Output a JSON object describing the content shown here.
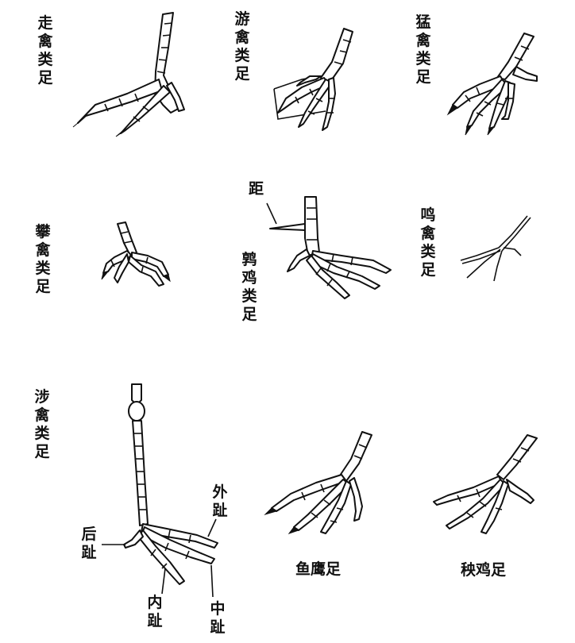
{
  "labels": {
    "walking": "走禽类足",
    "swimming": "游禽类足",
    "raptor": "猛禽类足",
    "climbing": "攀禽类足",
    "spur": "距",
    "pheasant": "鹑鸡类足",
    "songbird": "鸣禽类足",
    "wading": "涉禽类足",
    "outer_toe": "外趾",
    "hind_toe": "后趾",
    "inner_toe": "内趾",
    "middle_toe": "中趾",
    "osprey": "鱼鹰足",
    "rail": "秧鸡足"
  }
}
